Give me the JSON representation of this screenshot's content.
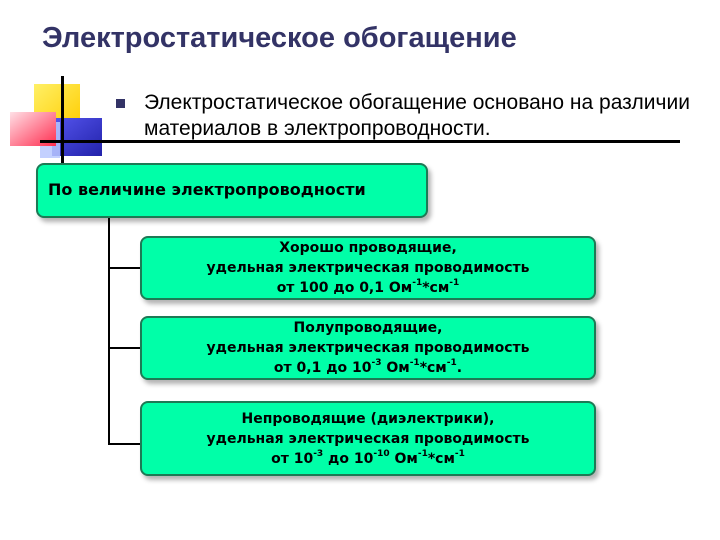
{
  "slide": {
    "title": "Электростатическое обогащение",
    "bullet": "Электростатическое обогащение основано на различии материалов в электропроводности."
  },
  "diagram": {
    "root": "По величине электропроводности",
    "children": [
      {
        "line1": "Хорошо проводящие,",
        "line2": "удельная электрическая проводимость",
        "line3": {
          "a": "от 100 до 0,1 Ом",
          "sup1": "-1",
          "b": "*см",
          "sup2": "-1",
          "c": ""
        }
      },
      {
        "line1": "Полупроводящие,",
        "line2": "удельная электрическая проводимость",
        "line3": {
          "a": "от 0,1 до 10",
          "sup1": "-3",
          "b": " Ом",
          "sup2": "-1",
          "c": "*см",
          "sup3": "-1",
          "d": "."
        }
      },
      {
        "line1": "Непроводящие (диэлектрики),",
        "line2": "удельная электрическая проводимость",
        "line3": {
          "a": "от 10",
          "sup1": "-3",
          "b": " до 10",
          "sup2": "-10",
          "c": " Ом",
          "sup3": "-1",
          "d": "*см",
          "sup4": "-1"
        }
      }
    ]
  },
  "colors": {
    "title": "#333366",
    "box_fill": "#00ffa8",
    "box_border": "#1d7a55",
    "deco_yellow": "#ffd700",
    "deco_red": "#ff3355",
    "deco_blue": "#3333cc"
  }
}
